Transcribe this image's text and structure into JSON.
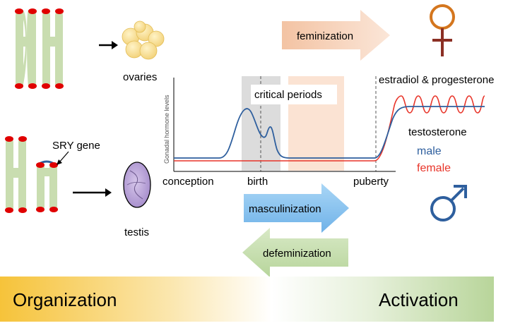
{
  "labels": {
    "ovaries": "ovaries",
    "testis": "testis",
    "sry_gene": "SRY gene",
    "feminization": "feminization",
    "masculinization": "masculinization",
    "defeminization": "defeminization",
    "critical_periods": "critical periods",
    "estradiol_progesterone": "estradiol & progesterone",
    "testosterone": "testosterone",
    "male": "male",
    "female": "female",
    "y_axis": "Gonadal hormone levels",
    "conception": "conception",
    "birth": "birth",
    "puberty": "puberty",
    "organization": "Organization",
    "activation": "Activation"
  },
  "colors": {
    "chromosome": "#c9ddb0",
    "telomere": "#e00000",
    "male_line": "#2e5f9e",
    "female_line": "#e8352a",
    "critical_gray": "#dcdcdc",
    "critical_peach": "#fbe3d3",
    "feminization_arrow": "#f8d9c4",
    "masculinization_arrow": "#8fc6f0",
    "defeminization_arrow": "#c8deb2",
    "venus_symbol": "#d4761e",
    "mars_symbol": "#2e5f9e",
    "bar_left": "#f6c33a",
    "bar_right": "#b8d59a"
  },
  "icons": [
    "xx-chromosome-icon",
    "xy-chromosome-icon",
    "ovary-icon",
    "testis-icon",
    "venus-icon",
    "mars-icon"
  ]
}
